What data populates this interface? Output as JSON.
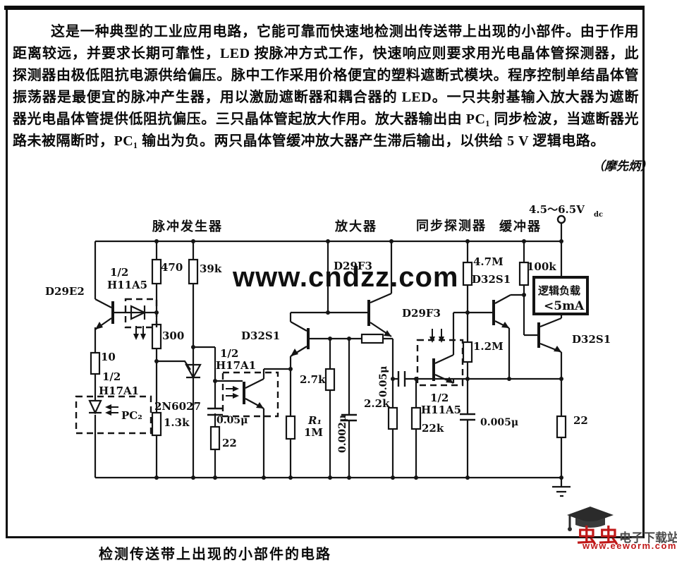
{
  "page": {
    "paragraph": "这是一种典型的工业应用电路，它能可靠而快速地检测出传送带上出现的小部件。由于作用距离较远，并要求长期可靠性，LED 按脉冲方式工作，快速响应则要求用光电晶体管探测器，此探测器由极低阻抗电源供给偏压。脉中工作采用价格便宜的塑料遮断式模块。程序控制单结晶体管振荡器是最便宜的脉冲产生器，用以激励遮断器和耦合器的 LED。一只共射基输入放大器为遮断器光电晶体管提供低阻抗偏压。三只晶体管起放大作用。放大器输出由 PC₁ 同步检波，当遮断器光路未被隔断时，PC₁ 输出为负。两只晶体管缓冲放大器产生滞后输出，以供给 5 V 逻辑电路。",
    "attribution": "（摩先炳）",
    "caption": "检测传送带上出现的小部件的电路"
  },
  "circuit": {
    "supply": "4.5～6.5V",
    "supply_sub": "dc",
    "sections": {
      "pulse": "脉冲发生器",
      "amp": "放大器",
      "sync": "同步探测器",
      "buffer": "缓冲器"
    },
    "load_box": {
      "line1": "逻辑负载",
      "line2": "<5mA"
    },
    "labels": {
      "d29e2": "D29E2",
      "half1": "1/2",
      "h11a5_1": "H11A5",
      "r470": "470",
      "r39k": "39k",
      "r300": "300",
      "r10": "10",
      "half2": "1/2",
      "h17a1_1": "H17A1",
      "pc2": "PC₂",
      "put": "2N6027",
      "r1k3": "1.3k",
      "c005a": "0.05μ",
      "r22a": "22",
      "d32s1a": "D32S1",
      "half3": "1/2",
      "h17a1_2": "H17A1",
      "r2k7": "2.7k",
      "r1_name": "R₁",
      "r1_val": "1M",
      "c0002": "0.002μ",
      "d29f3a": "D29F3",
      "c005b": "0.05μ",
      "r2k2": "2.2k",
      "d29f3b": "D29F3",
      "half4": "1/2",
      "h11a5_2": "H11A5",
      "r22k": "22k",
      "c0005": "0.005μ",
      "r4m7": "4.7M",
      "d32s1b": "D32S1",
      "r1m2": "1.2M",
      "r100k": "100k",
      "d32s1c": "D32S1",
      "r22b": "22"
    }
  },
  "watermark": "www.cndzz.com",
  "logo": {
    "brand": "虫虫",
    "site": "电子下载站",
    "url": "www.eeworm.com",
    "accent_color": "#c01818",
    "dark_color": "#4a4a4a"
  }
}
